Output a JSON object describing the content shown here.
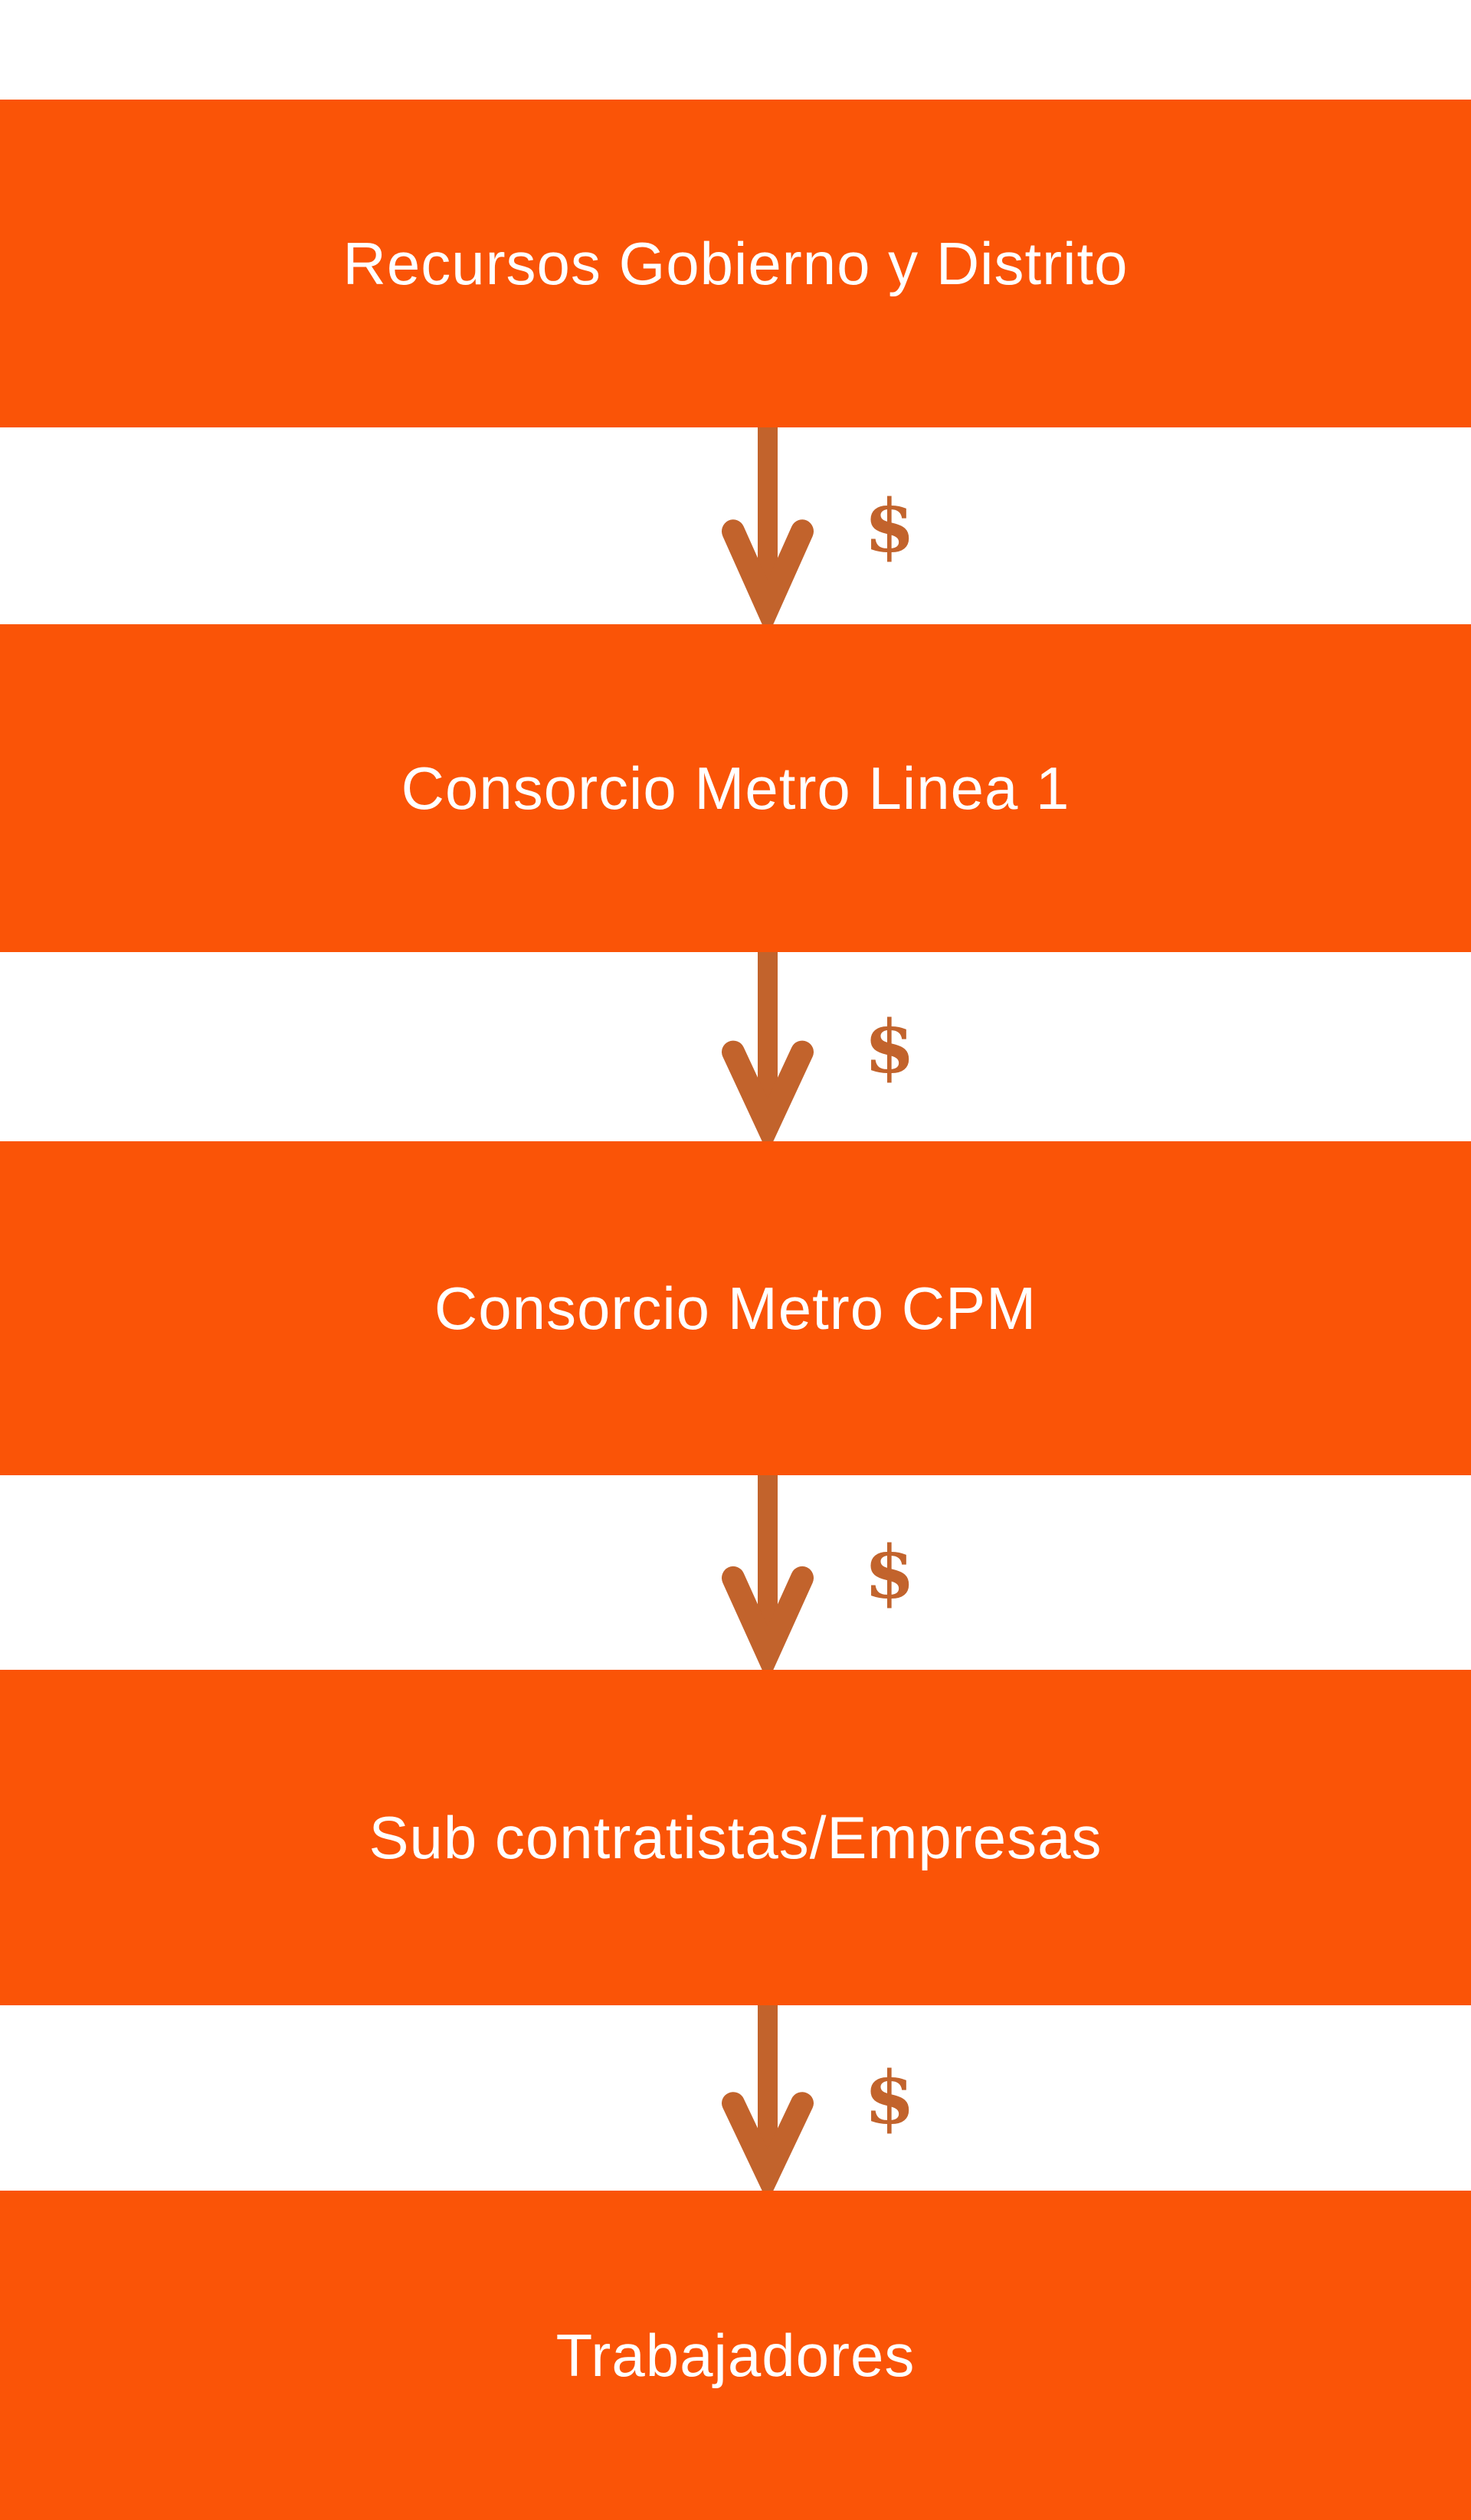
{
  "diagram": {
    "type": "flow",
    "direction": "top-down",
    "nodes": [
      {
        "label": "Recursos Gobierno y Distrito"
      },
      {
        "label": "Consorcio Metro Linea 1"
      },
      {
        "label": "Consorcio Metro CPM"
      },
      {
        "label": "Sub contratistas/Empresas"
      },
      {
        "label": "Trabajadores"
      }
    ],
    "connectors": [
      {
        "symbol": "$"
      },
      {
        "symbol": "$"
      },
      {
        "symbol": "$"
      },
      {
        "symbol": "$"
      }
    ]
  },
  "colors": {
    "band": "#FA5407",
    "band-text": "#FFFFFF",
    "arrow": "#C2632C",
    "dollar": "#C2632C",
    "background": "#FFFFFF"
  }
}
